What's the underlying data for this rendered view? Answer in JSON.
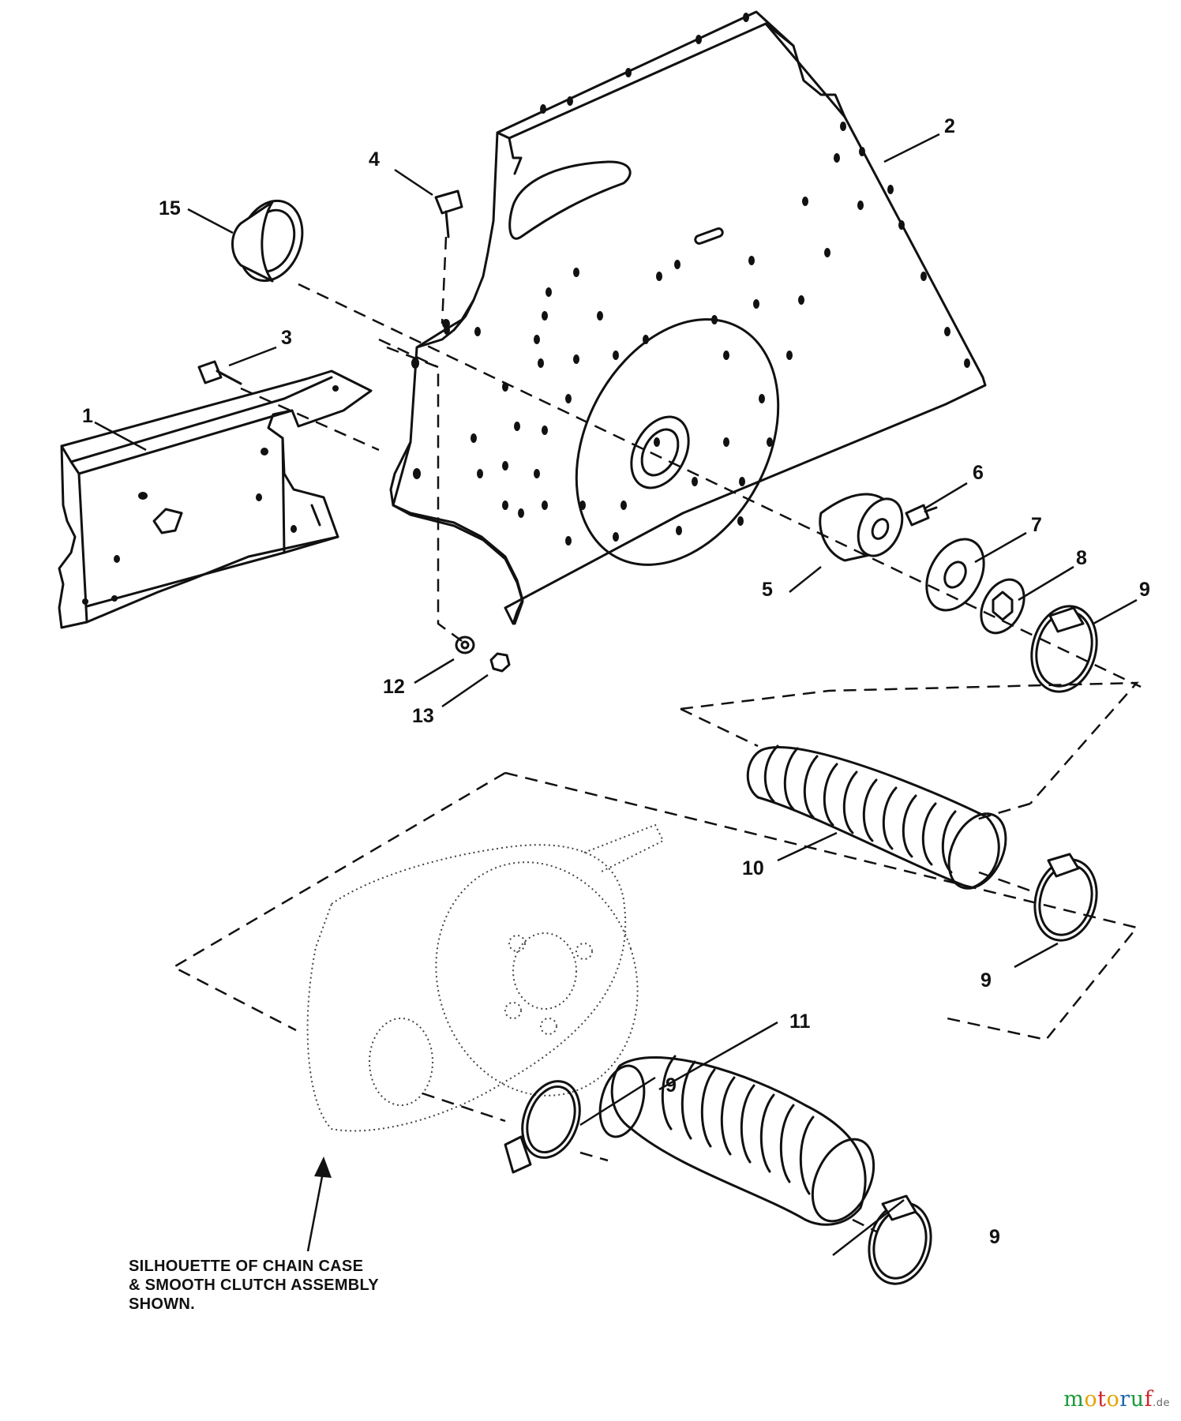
{
  "callouts": [
    {
      "id": "c1",
      "label": "1"
    },
    {
      "id": "c2",
      "label": "2"
    },
    {
      "id": "c3",
      "label": "3"
    },
    {
      "id": "c4",
      "label": "4"
    },
    {
      "id": "c5",
      "label": "5"
    },
    {
      "id": "c6",
      "label": "6"
    },
    {
      "id": "c7",
      "label": "7"
    },
    {
      "id": "c8",
      "label": "8"
    },
    {
      "id": "c9a",
      "label": "9"
    },
    {
      "id": "c10",
      "label": "10"
    },
    {
      "id": "c9b",
      "label": "9"
    },
    {
      "id": "c9c",
      "label": "9"
    },
    {
      "id": "c11",
      "label": "11"
    },
    {
      "id": "c9d",
      "label": "9"
    },
    {
      "id": "c12",
      "label": "12"
    },
    {
      "id": "c13",
      "label": "13"
    },
    {
      "id": "c15",
      "label": "15"
    }
  ],
  "note": "SILHOUETTE OF CHAIN CASE\n& SMOOTH CLUTCH ASSEMBLY\nSHOWN.",
  "watermark": {
    "brand": "motoruf",
    "suffix": ".de"
  },
  "colors": {
    "ink": "#111111",
    "background": "#ffffff",
    "watermark_m": "#1d9a3c",
    "watermark_o": "#e2a400",
    "watermark_t": "#d2232a",
    "watermark_r": "#1b66b0",
    "watermark_u": "#1d9a3c",
    "watermark_f": "#d2232a"
  }
}
